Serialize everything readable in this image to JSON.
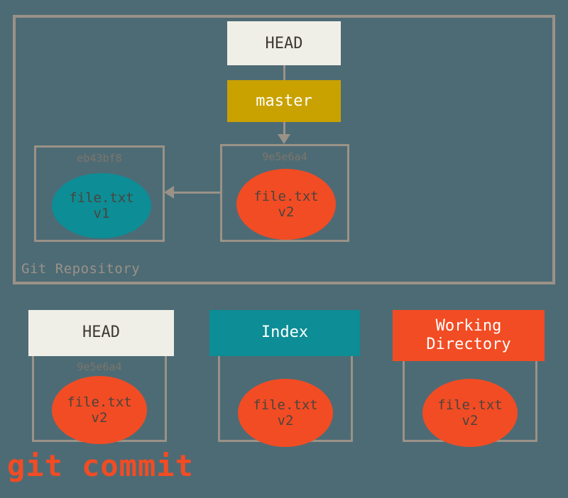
{
  "diagram": {
    "title": "git commit",
    "caption": "git commit",
    "background_color": "#4d6b75",
    "frame_color": "#9a9287"
  },
  "repository": {
    "label": "Git Repository",
    "refs": [
      {
        "name": "HEAD",
        "label": "HEAD",
        "fill": "#f0efe7",
        "text_color": "#3e3a33"
      },
      {
        "name": "master",
        "label": "master",
        "fill": "#c9a200",
        "text_color": "#ffffff"
      }
    ],
    "commits": [
      {
        "hash": "eb43bf8",
        "blob_name": "file.txt",
        "blob_version": "v1",
        "blob_color": "#0d8d95"
      },
      {
        "hash": "9e5e6a4",
        "blob_name": "file.txt",
        "blob_version": "v2",
        "blob_color": "#f24c24"
      }
    ],
    "arrows": [
      {
        "name": "head-to-master",
        "direction": "down"
      },
      {
        "name": "master-to-commit",
        "direction": "down"
      },
      {
        "name": "commit-parent-link",
        "direction": "left"
      }
    ]
  },
  "areas": [
    {
      "title": "HEAD",
      "title_fill": "#f0efe7",
      "title_text_color": "#3e3a33",
      "hash": "9e5e6a4",
      "blob_name": "file.txt",
      "blob_version": "v2",
      "blob_color": "#f24c24"
    },
    {
      "title": "Index",
      "title_fill": "#0d8d95",
      "title_text_color": "#ffffff",
      "hash": "",
      "blob_name": "file.txt",
      "blob_version": "v2",
      "blob_color": "#f24c24"
    },
    {
      "title_line1": "Working",
      "title_line2": "Directory",
      "title_fill": "#f24c24",
      "title_text_color": "#ffffff",
      "hash": "",
      "blob_name": "file.txt",
      "blob_version": "v2",
      "blob_color": "#f24c24"
    }
  ]
}
